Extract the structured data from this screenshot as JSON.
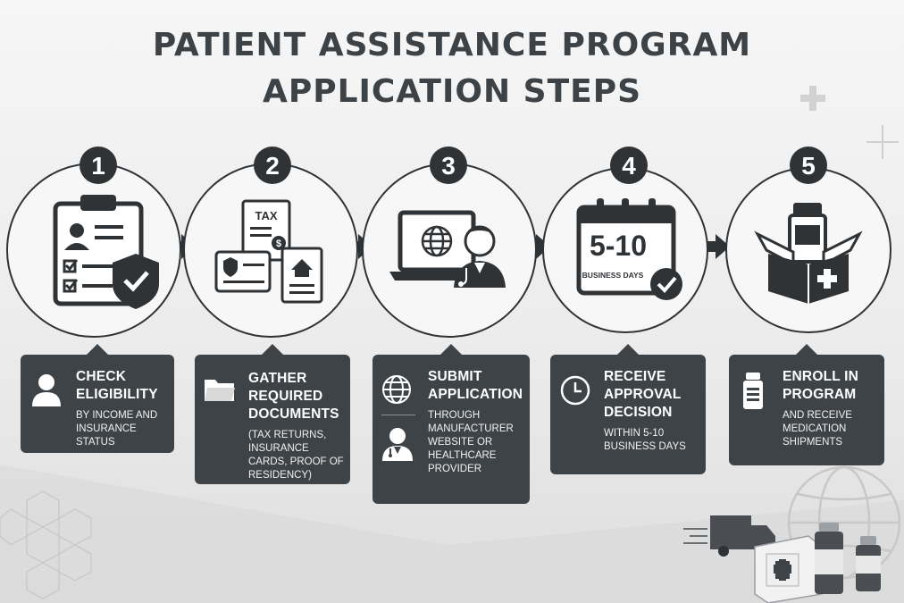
{
  "title": {
    "line1": "PATIENT ASSISTANCE PROGRAM",
    "line2": "APPLICATION STEPS"
  },
  "colors": {
    "dark": "#3e4347",
    "background": "#efefef",
    "text": "#3d4247"
  },
  "steps": [
    {
      "number": "1",
      "illustration": "clipboard-shield-icon",
      "card_icon": "person-icon",
      "title": "CHECK ELIGIBILITY",
      "description": "BY INCOME AND INSURANCE STATUS"
    },
    {
      "number": "2",
      "illustration": "documents-icon",
      "illustration_label": "TAX",
      "card_icon": "folder-icon",
      "title": "GATHER REQUIRED DOCUMENTS",
      "description": "(TAX RETURNS, INSURANCE CARDS, PROOF OF RESIDENCY)"
    },
    {
      "number": "3",
      "illustration": "laptop-doctor-icon",
      "card_icon": "globe-icon",
      "card_icon_2": "doctor-icon",
      "title": "SUBMIT APPLICATION",
      "description": "THROUGH MANUFACTURER WEBSITE OR HEALTHCARE PROVIDER"
    },
    {
      "number": "4",
      "illustration": "calendar-check-icon",
      "illustration_label": "5-10",
      "illustration_sublabel": "BUSINESS DAYS",
      "card_icon": "clock-icon",
      "title": "RECEIVE APPROVAL DECISION",
      "description": "WITHIN 5-10 BUSINESS DAYS"
    },
    {
      "number": "5",
      "illustration": "medicine-box-icon",
      "card_icon": "medicine-bottle-icon",
      "title": "ENROLL IN PROGRAM",
      "description": "AND RECEIVE MEDICATION SHIPMENTS"
    }
  ]
}
